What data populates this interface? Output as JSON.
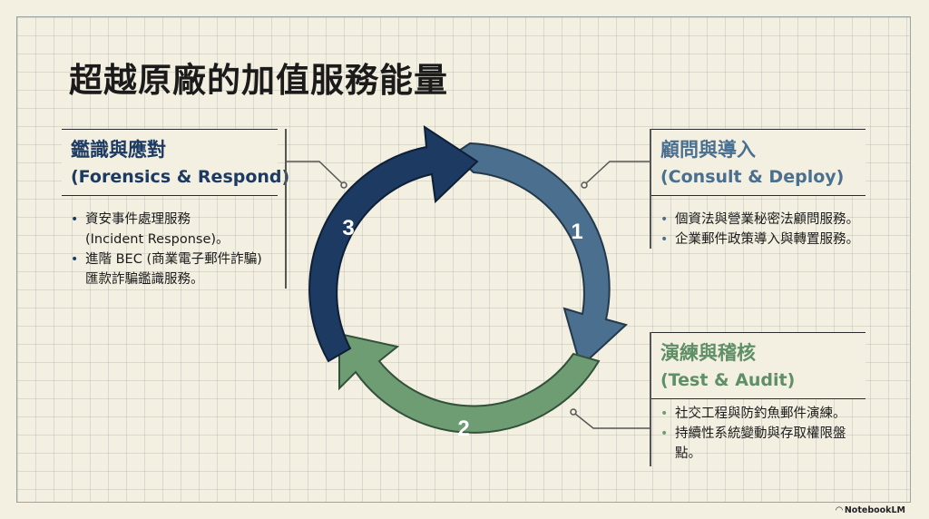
{
  "title": "超越原廠的加值服務能量",
  "steps": [
    {
      "number": "1",
      "heading": "顧問與導入",
      "subheading": "(Consult & Deploy)",
      "color": "#4a6f8f",
      "bullets": [
        "個資法與營業秘密法顧問服務。",
        "企業郵件政策導入與轉置服務。"
      ]
    },
    {
      "number": "2",
      "heading": "演練與稽核",
      "subheading": "(Test & Audit)",
      "color": "#6e9c73",
      "bullets": [
        "社交工程與防釣魚郵件演練。",
        "持續性系統變動與存取權限盤",
        "點。"
      ]
    },
    {
      "number": "3",
      "heading": "鑑識與應對",
      "subheading": "(Forensics & Respond)",
      "color": "#1c3a62",
      "bullets": [
        "資安事件處理服務",
        "(Incident Response)。",
        "進階 BEC (商業電子郵件詐騙)",
        "匯款詐騙鑑識服務。"
      ]
    }
  ],
  "brand": "NotebookLM"
}
